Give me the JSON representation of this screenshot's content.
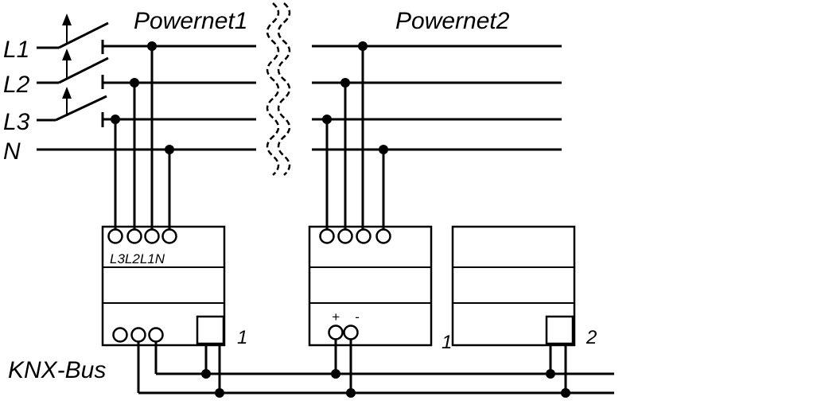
{
  "networks": {
    "powernet1": "Powernet1",
    "powernet2": "Powernet2"
  },
  "lines": {
    "l1": "L1",
    "l2": "L2",
    "l3": "L3",
    "n": "N"
  },
  "bus": {
    "label": "KNX-Bus"
  },
  "devices": {
    "device1": {
      "terminals": "L3L2L1N",
      "number": "1"
    },
    "device2": {
      "plus": "+",
      "minus": "-",
      "number": "1"
    },
    "device3": {
      "number": "2"
    }
  }
}
